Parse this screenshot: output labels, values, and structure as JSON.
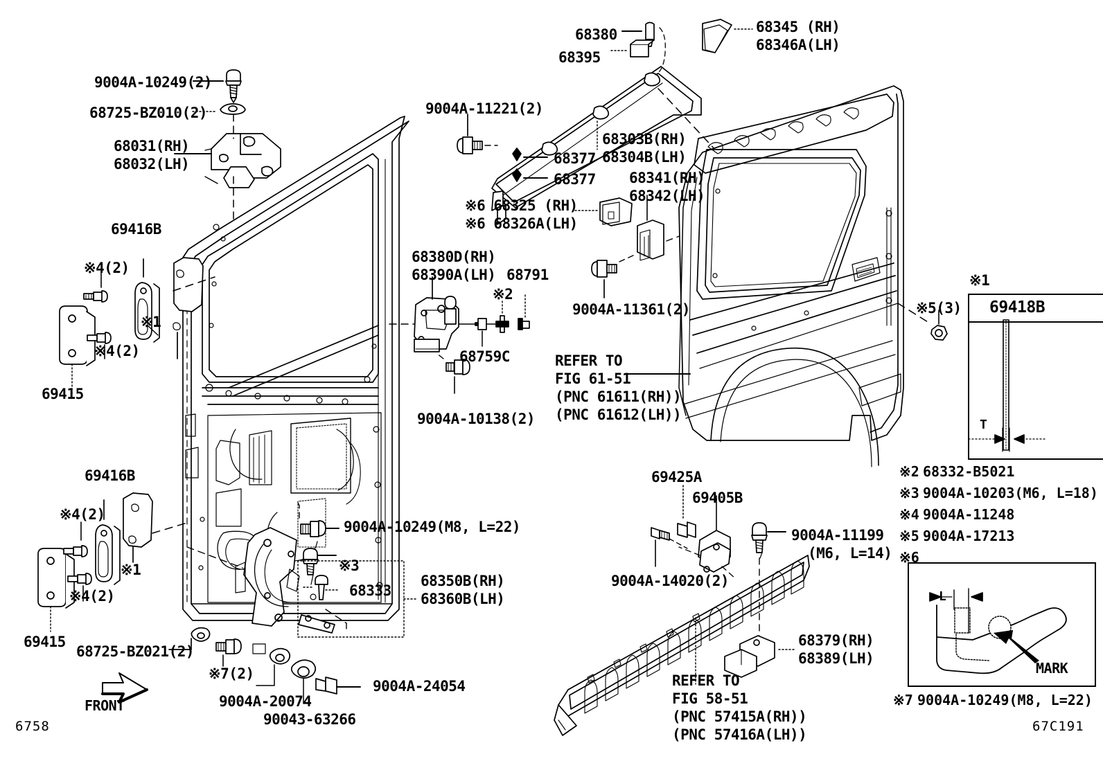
{
  "diagram": {
    "sheet_code_left": "6758",
    "sheet_code_right": "67C191",
    "front_arrow_label": "FRONT"
  },
  "labels": {
    "l_9004A_10249_2": "9004A-10249(2)",
    "l_68725_BZ010": "68725-BZ010(2)",
    "l_68031_RH": "68031(RH)",
    "l_68032_LH": "68032(LH)",
    "l_69416B_top": "69416B",
    "l_x4_2_a": "※4(2)",
    "l_x4_2_b": "※4(2)",
    "l_x1_a": "※1",
    "l_69415_top": "69415",
    "l_69416B_bot": "69416B",
    "l_x4_2_c": "※4(2)",
    "l_x4_2_d": "※4(2)",
    "l_x1_b": "※1",
    "l_69415_bot": "69415",
    "l_68725_BZ021": "68725-BZ021(2)",
    "l_9004A_20074": "9004A-20074",
    "l_90043_63266": "90043-63266",
    "l_x7_2": "※7(2)",
    "l_9004A_24054": "9004A-24054",
    "l_9004A_10249_M8": "9004A-10249(M8, L=22)",
    "l_x3": "※3",
    "l_68333": "68333",
    "l_68350B_RH": "68350B(RH)",
    "l_68360B_LH": "68360B(LH)",
    "l_68380D_RH": "68380D(RH)",
    "l_68390A_LH": "68390A(LH)",
    "l_68791": "68791",
    "l_x2_a": "※2",
    "l_68759C": "68759C",
    "l_9004A_10138": "9004A-10138(2)",
    "l_9004A_11221": "9004A-11221(2)",
    "l_68380": "68380",
    "l_68395": "68395",
    "l_68377_a": "68377",
    "l_68377_b": "68377",
    "l_68303B_RH": "68303B(RH)",
    "l_68304B_LH": "68304B(LH)",
    "l_68345_RH": "68345 (RH)",
    "l_68346A_LH": "68346A(LH)",
    "l_68341_RH": "68341(RH)",
    "l_68342_LH": "68342(LH)",
    "l_x6_68325_RH": "※6 68325 (RH)",
    "l_x6_68326A_LH": "※6 68326A(LH)",
    "l_9004A_11361": "9004A-11361(2)",
    "l_refer_6151_1": "REFER TO",
    "l_refer_6151_2": "FIG 61-51",
    "l_refer_6151_3": "(PNC 61611(RH))",
    "l_refer_6151_4": "(PNC 61612(LH))",
    "l_x5_3": "※5(3)",
    "l_69425A": "69425A",
    "l_69405B": "69405B",
    "l_9004A_14020": "9004A-14020(2)",
    "l_9004A_11199": "9004A-11199",
    "l_9004A_11199_b": "(M6, L=14)",
    "l_68379_RH": "68379(RH)",
    "l_68389_LH": "68389(LH)",
    "l_refer_5851_1": "REFER TO",
    "l_refer_5851_2": "FIG 58-51",
    "l_refer_5851_3": "(PNC 57415A(RH))",
    "l_refer_5851_4": "(PNC 57416A(LH))"
  },
  "inset_69418B": {
    "marker": "※1",
    "title": "69418B",
    "dim_label": "T"
  },
  "inset_mark": {
    "marker": "※6",
    "dim_label": "L",
    "mark_label": "MARK"
  },
  "notes": [
    {
      "marker": "※2",
      "part": "68332-B5021"
    },
    {
      "marker": "※3",
      "part": "9004A-10203(M6, L=18)"
    },
    {
      "marker": "※4",
      "part": "9004A-11248"
    },
    {
      "marker": "※5",
      "part": "9004A-17213"
    }
  ],
  "note_x7": {
    "marker": "※7",
    "part": "9004A-10249(M8, L=22)"
  }
}
